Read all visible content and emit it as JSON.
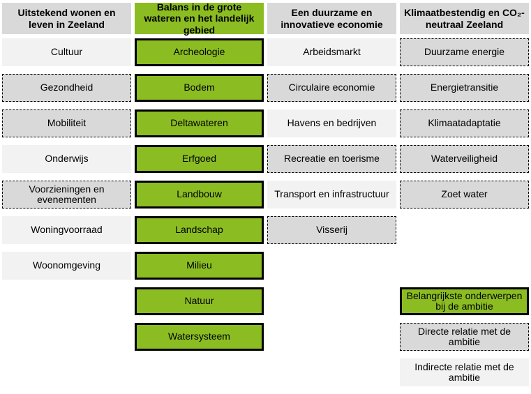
{
  "colors": {
    "important_fill": "#8bbd22",
    "direct_fill": "#d9d9d9",
    "indirect_fill": "#f2f2f2",
    "header_gray": "#d9d9d9",
    "border_black": "#000000"
  },
  "columns": [
    {
      "header": {
        "label": "Uitstekend wonen en leven in Zeeland",
        "style": "gray"
      },
      "items": [
        {
          "label": "Cultuur",
          "relation": "indirect"
        },
        {
          "label": "Gezondheid",
          "relation": "direct"
        },
        {
          "label": "Mobiliteit",
          "relation": "direct"
        },
        {
          "label": "Onderwijs",
          "relation": "indirect"
        },
        {
          "label": "Voorzieningen en evenementen",
          "relation": "direct"
        },
        {
          "label": "Woningvoorraad",
          "relation": "indirect"
        },
        {
          "label": "Woonomgeving",
          "relation": "indirect"
        }
      ]
    },
    {
      "header": {
        "label": "Balans in de grote wateren en het landelijk gebied",
        "style": "green"
      },
      "items": [
        {
          "label": "Archeologie",
          "relation": "important"
        },
        {
          "label": "Bodem",
          "relation": "important"
        },
        {
          "label": "Deltawateren",
          "relation": "important"
        },
        {
          "label": "Erfgoed",
          "relation": "important"
        },
        {
          "label": "Landbouw",
          "relation": "important"
        },
        {
          "label": "Landschap",
          "relation": "important"
        },
        {
          "label": "Milieu",
          "relation": "important"
        },
        {
          "label": "Natuur",
          "relation": "important"
        },
        {
          "label": "Watersysteem",
          "relation": "important"
        }
      ]
    },
    {
      "header": {
        "label": "Een duurzame en innovatieve economie",
        "style": "gray"
      },
      "items": [
        {
          "label": "Arbeidsmarkt",
          "relation": "indirect"
        },
        {
          "label": "Circulaire economie",
          "relation": "direct"
        },
        {
          "label": "Havens en bedrijven",
          "relation": "indirect"
        },
        {
          "label": "Recreatie en toerisme",
          "relation": "direct"
        },
        {
          "label": "Transport en infrastructuur",
          "relation": "indirect"
        },
        {
          "label": "Visserij",
          "relation": "direct"
        }
      ]
    },
    {
      "header": {
        "label": "Klimaatbestendig en CO₂-neutraal Zeeland",
        "style": "gray"
      },
      "items": [
        {
          "label": "Duurzame energie",
          "relation": "direct"
        },
        {
          "label": "Energietransitie",
          "relation": "direct"
        },
        {
          "label": "Klimaatadaptatie",
          "relation": "direct"
        },
        {
          "label": "Waterveiligheid",
          "relation": "direct"
        },
        {
          "label": "Zoet water",
          "relation": "direct"
        }
      ]
    }
  ],
  "legend": {
    "items": [
      {
        "label": "Belangrijkste onderwerpen bij de ambitie",
        "relation": "important"
      },
      {
        "label": "Directe relatie met de ambitie",
        "relation": "direct"
      },
      {
        "label": "Indirecte relatie met de ambitie",
        "relation": "indirect"
      }
    ]
  }
}
